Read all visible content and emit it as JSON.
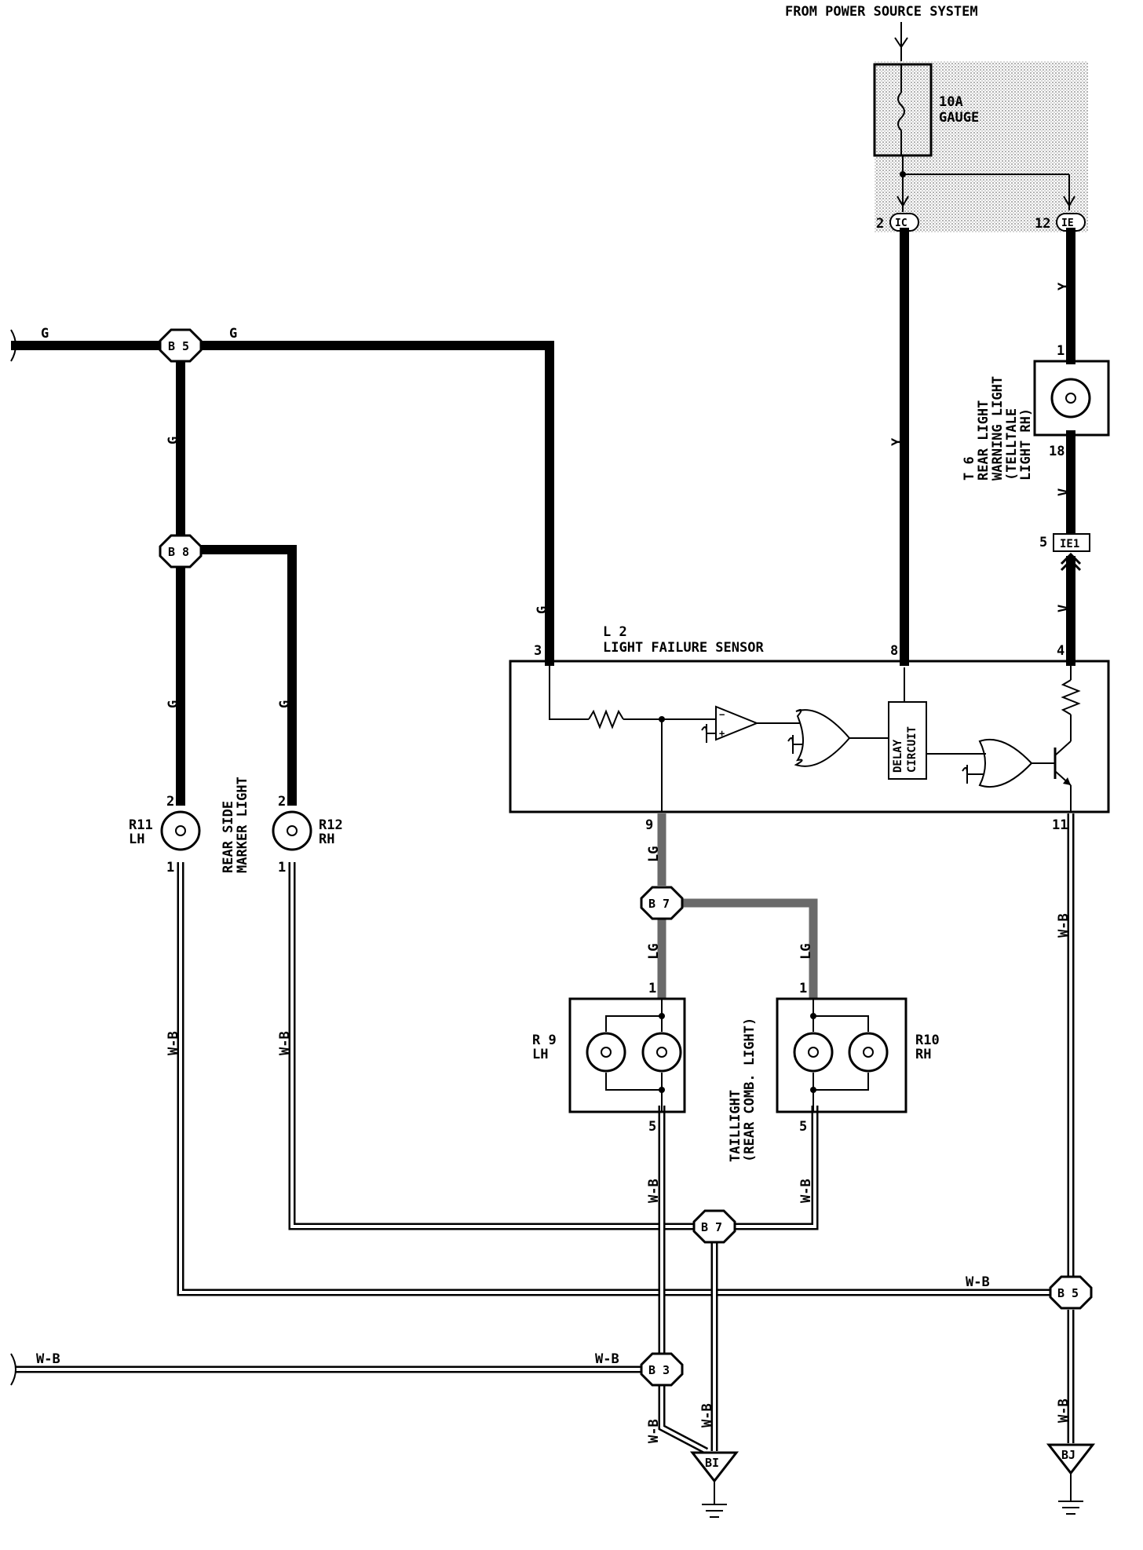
{
  "header": {
    "source_label": "FROM POWER SOURCE SYSTEM"
  },
  "fuse": {
    "rating": "10A",
    "name": "GAUGE"
  },
  "connectors": {
    "ic_left": {
      "pin": "2",
      "code": "IC"
    },
    "ic_right": {
      "pin": "12",
      "code": "IE"
    },
    "ie1": {
      "pin": "5",
      "code": "IE1"
    }
  },
  "junctions": {
    "b5_top": "B 5",
    "b8": "B 8",
    "b7_upper": "B 7",
    "b7_lower": "B 7",
    "b5_lower": "B 5",
    "b3": "B 3"
  },
  "grounds": {
    "left": "BI",
    "right": "BJ"
  },
  "components": {
    "t6": {
      "id": "T 6",
      "line1": "REAR LIGHT",
      "line2": "WARNING LIGHT",
      "line3": "(TELLTALE",
      "line4": "LIGHT RH)",
      "pin_top": "1",
      "pin_bottom": "18"
    },
    "l2": {
      "id": "L 2",
      "name": "LIGHT FAILURE SENSOR",
      "pin3": "3",
      "pin8": "8",
      "pin4": "4",
      "pin9": "9",
      "pin11": "11",
      "delay_line1": "DELAY",
      "delay_line2": "CIRCUIT"
    },
    "r11": {
      "id": "R11",
      "side": "LH",
      "pin_top": "2",
      "pin_bottom": "1"
    },
    "r12": {
      "id": "R12",
      "side": "RH",
      "pin_top": "2",
      "pin_bottom": "1"
    },
    "marker": {
      "line1": "REAR SIDE",
      "line2": "MARKER LIGHT"
    },
    "r9": {
      "id": "R 9",
      "side": "LH",
      "pin_top": "1",
      "pin_bottom": "5"
    },
    "r10": {
      "id": "R10",
      "side": "RH",
      "pin_top": "1",
      "pin_bottom": "5"
    },
    "taillight": {
      "line1": "TAILLIGHT",
      "line2": "(REAR COMB. LIGHT)"
    }
  },
  "wire_colors": {
    "g": "G",
    "y": "Y",
    "v": "V",
    "lg": "LG",
    "wb": "W-B"
  }
}
